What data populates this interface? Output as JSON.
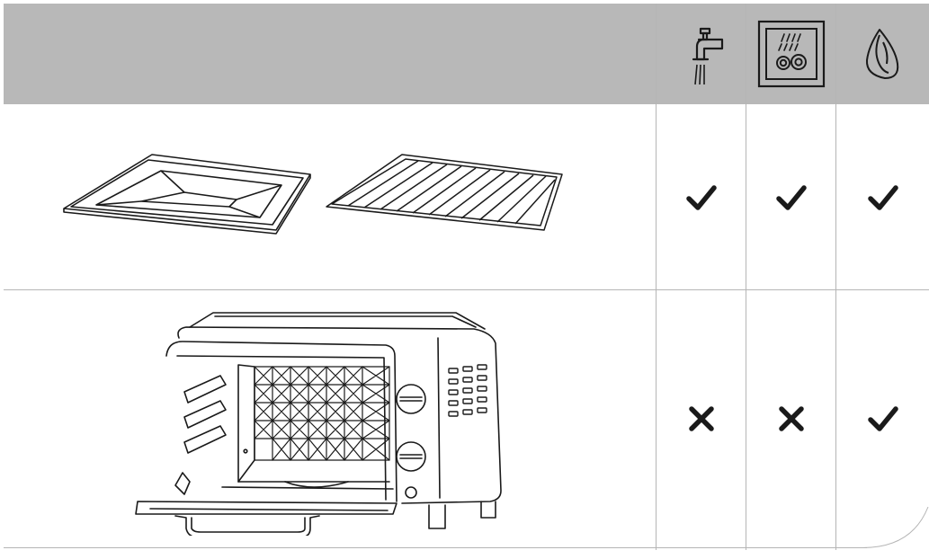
{
  "columns": [
    {
      "icon": "faucet-icon",
      "label": ""
    },
    {
      "icon": "dishwasher-icon",
      "label": ""
    },
    {
      "icon": "cloth-icon",
      "label": ""
    }
  ],
  "rows": [
    {
      "item": "baking-tray-and-wire-rack",
      "marks": [
        "check",
        "check",
        "check"
      ]
    },
    {
      "item": "toaster-oven",
      "marks": [
        "cross",
        "cross",
        "check"
      ]
    }
  ],
  "colors": {
    "header": "#b8b8b8",
    "grid": "#b5b5b5",
    "ink": "#1a1a1a"
  }
}
